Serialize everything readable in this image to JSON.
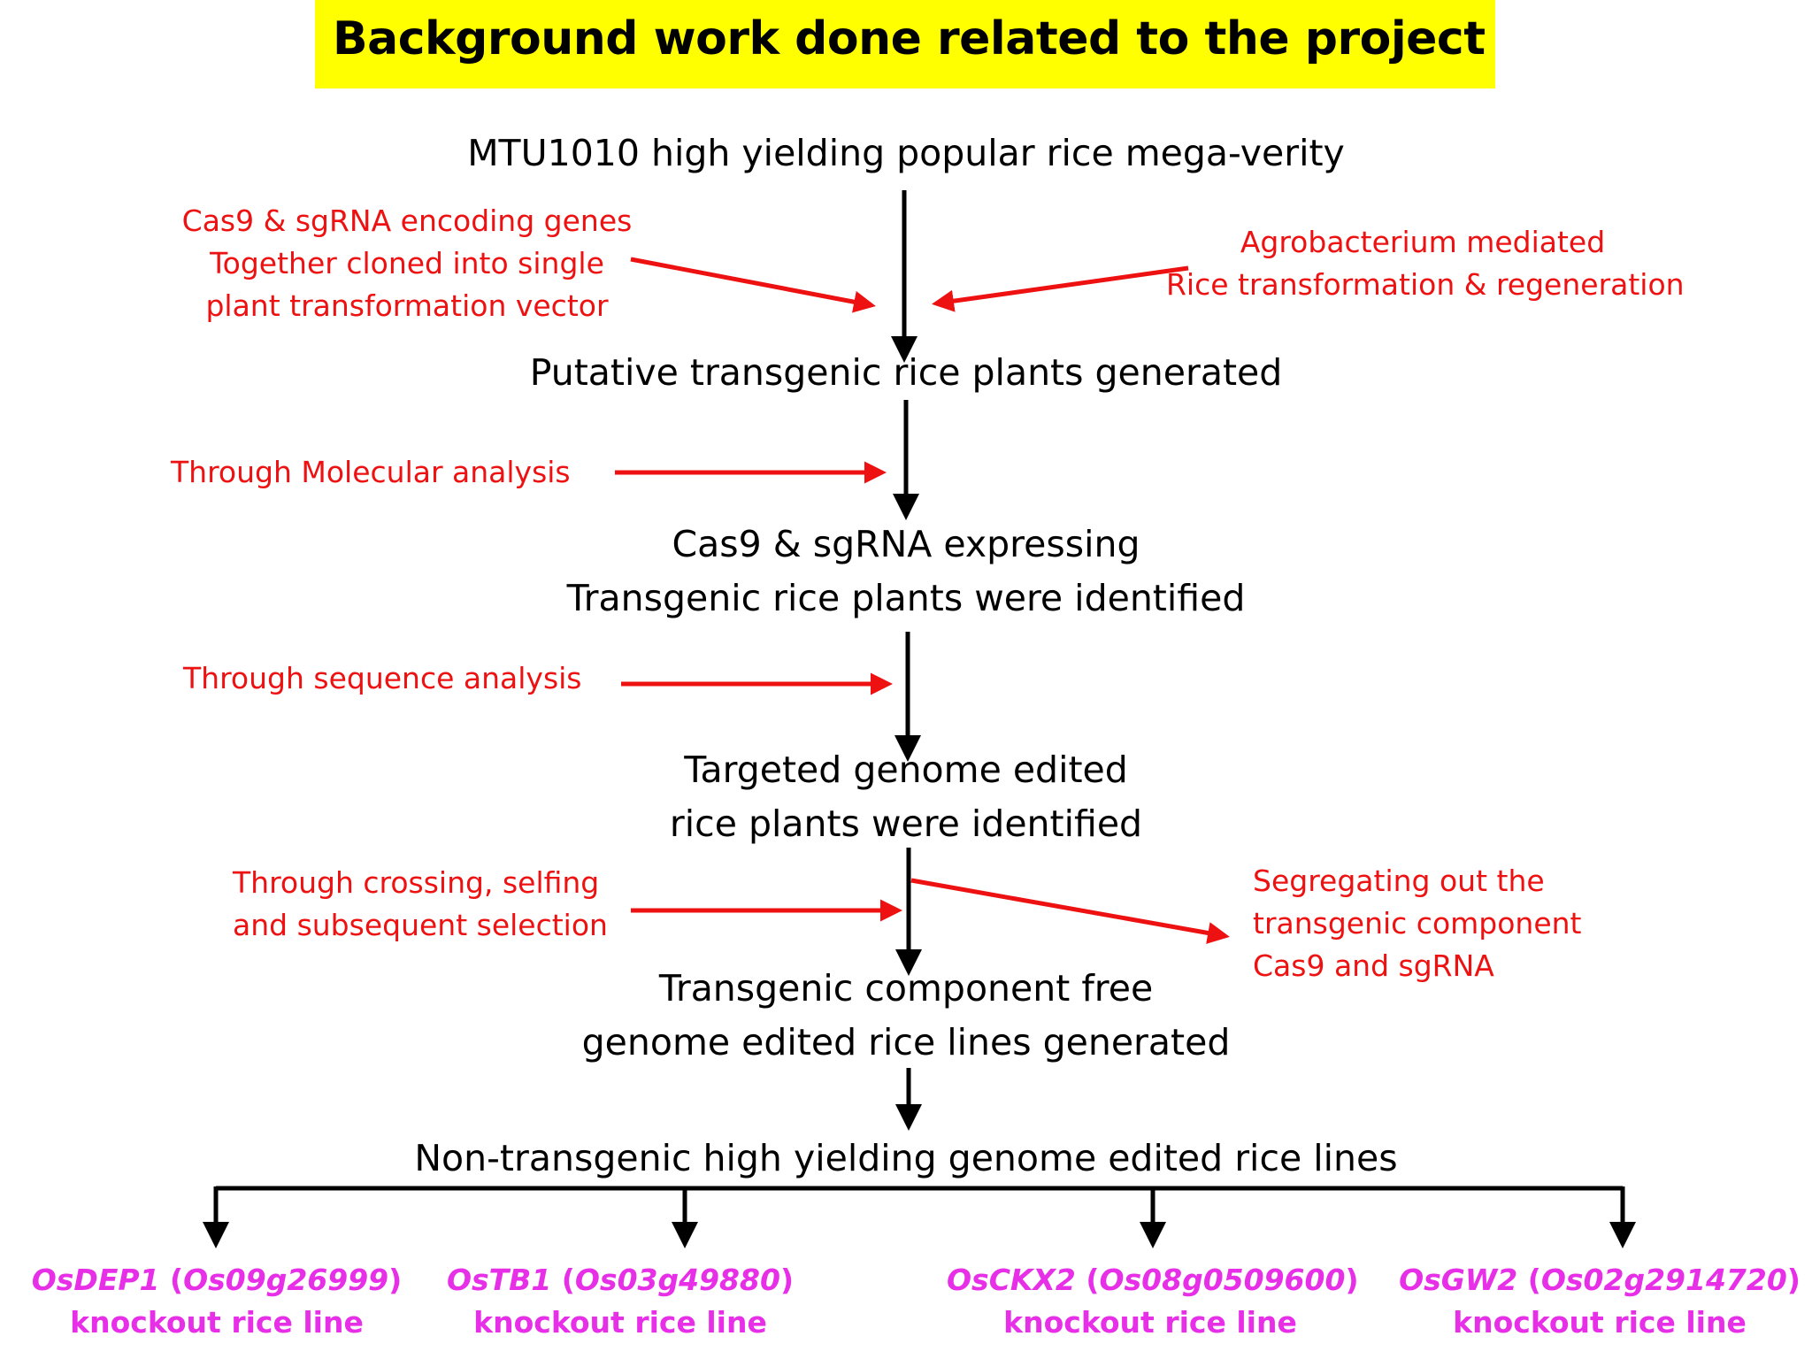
{
  "title": "Background work done related to the project",
  "steps": [
    {
      "lines": [
        "MTU1010 high yielding popular rice mega-verity"
      ]
    },
    {
      "lines": [
        "Putative transgenic rice plants generated"
      ]
    },
    {
      "lines": [
        "Cas9 & sgRNA expressing",
        "Transgenic rice plants were identified"
      ]
    },
    {
      "lines": [
        "Targeted genome edited",
        "rice plants were identified"
      ]
    },
    {
      "lines": [
        "Transgenic component free",
        "genome edited rice lines generated"
      ]
    },
    {
      "lines": [
        "Non-transgenic high yielding genome edited rice lines"
      ]
    }
  ],
  "notes": {
    "vector": [
      "Cas9 & sgRNA encoding genes",
      "Together cloned into single",
      "plant transformation vector"
    ],
    "agrobacterium": [
      "Agrobacterium mediated",
      "Rice transformation & regeneration"
    ],
    "molecular": [
      "Through Molecular analysis"
    ],
    "sequence": [
      "Through sequence analysis"
    ],
    "crossing": [
      "Through crossing, selfing",
      "and subsequent selection"
    ],
    "segregating": [
      "Segregating out the",
      "transgenic component",
      "Cas9 and sgRNA"
    ]
  },
  "knockout_lines": [
    {
      "gene": "OsDEP1",
      "locus": "Os09g26999",
      "label": "knockout rice line"
    },
    {
      "gene": "OsTB1",
      "locus": "Os03g49880",
      "label": "knockout rice line"
    },
    {
      "gene": "OsCKX2",
      "locus": "Os08g0509600",
      "label": "knockout rice line"
    },
    {
      "gene": "OsGW2",
      "locus": "Os02g2914720",
      "label": "knockout rice line"
    }
  ],
  "colors": {
    "title_bg": "#ffff00",
    "step_text": "#000000",
    "note_text": "#ee1111",
    "knockout_text": "#e82fe8",
    "main_arrow": "#000000",
    "side_arrow": "#ee1111"
  }
}
